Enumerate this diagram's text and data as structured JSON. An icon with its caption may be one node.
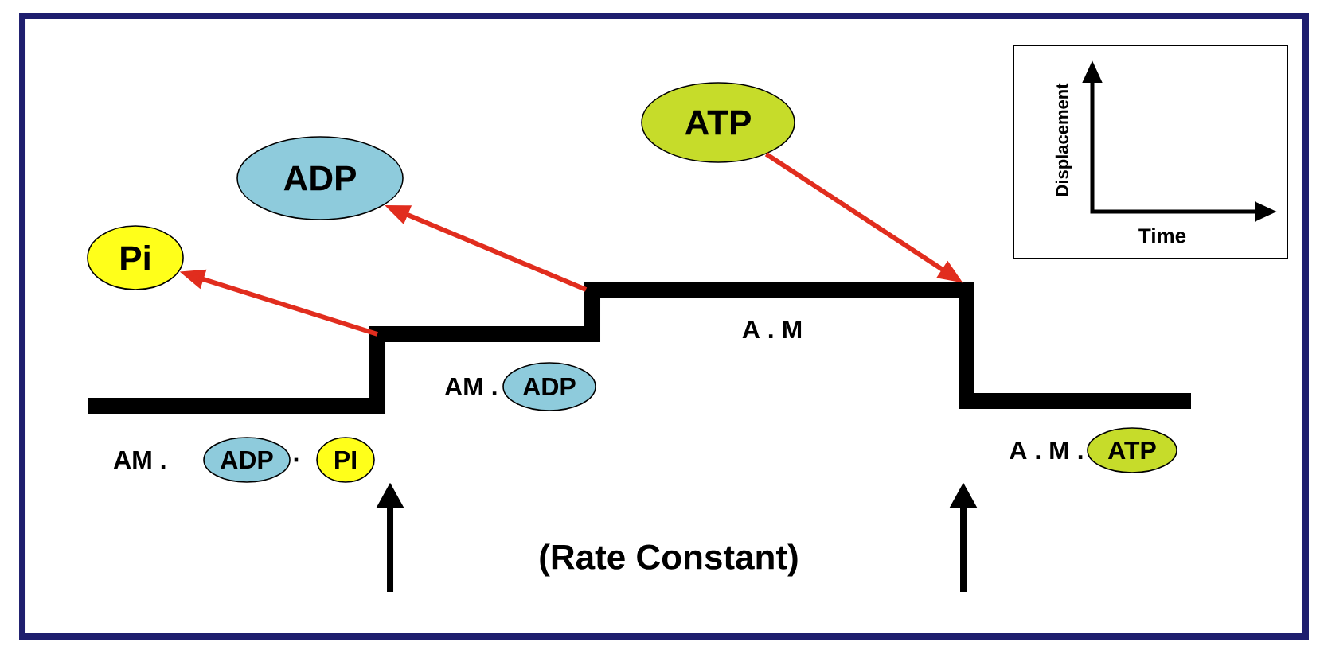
{
  "diagram": {
    "nodes": [
      {
        "text": [
          "Pi"
        ]
      },
      {
        "text": [
          "ADP"
        ]
      },
      {
        "text": [
          "ATP"
        ]
      },
      {
        "text": [
          "ADP"
        ]
      },
      {
        "text": [
          "PI"
        ]
      },
      {
        "text": [
          "ADP"
        ]
      },
      {
        "text": [
          "ATP"
        ]
      },
      {
        "text": [
          "Displacement",
          "Time"
        ]
      }
    ],
    "edges": [
      {
        "from": null,
        "to": 0,
        "arrow": "to"
      },
      {
        "from": null,
        "to": 1,
        "arrow": "to"
      },
      {
        "from": 2,
        "to": null,
        "arrow": "to"
      }
    ],
    "labels": [
      "AM .",
      ".",
      "AM .",
      "A . M",
      "A . M .",
      "(Rate Constant)"
    ]
  }
}
